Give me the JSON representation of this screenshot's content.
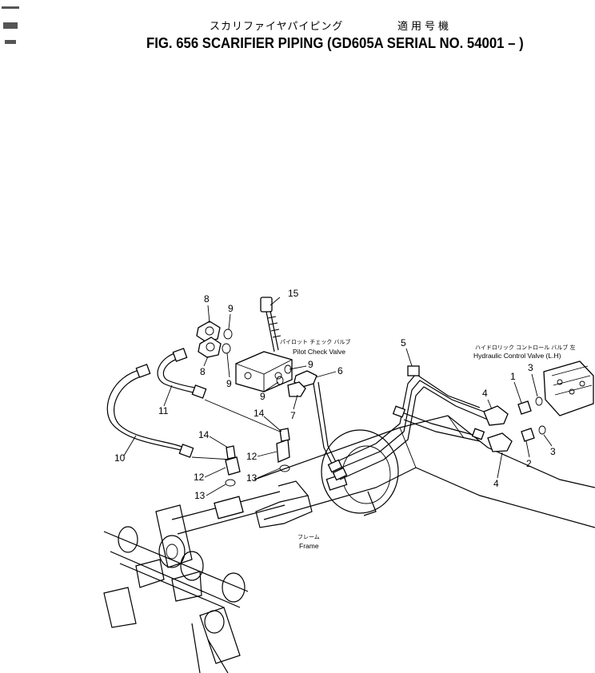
{
  "header": {
    "title_jp": "スカリファイヤパイピング",
    "title_jp_applicable": "適用号機",
    "title_en": "FIG. 656  SCARIFIER PIPING (GD605A SERIAL NO. 54001 – )"
  },
  "annotations": {
    "pilot_check_valve_jp": "パイロット チェック バルブ",
    "pilot_check_valve_en": "Pilot Check Valve",
    "hydraulic_control_valve_jp": "ハイドロリック コントロール バルブ 左",
    "hydraulic_control_valve_en": "Hydraulic Control Valve (L.H)",
    "frame_jp": "フレーム",
    "frame_en": "Frame"
  },
  "callouts": [
    {
      "id": "c15",
      "text": "15"
    },
    {
      "id": "c8a",
      "text": "8"
    },
    {
      "id": "c9a",
      "text": "9"
    },
    {
      "id": "c8b",
      "text": "8"
    },
    {
      "id": "c9b",
      "text": "9"
    },
    {
      "id": "c9c",
      "text": "9"
    },
    {
      "id": "c6",
      "text": "6"
    },
    {
      "id": "c9d",
      "text": "9"
    },
    {
      "id": "c7",
      "text": "7"
    },
    {
      "id": "c11",
      "text": "11"
    },
    {
      "id": "c14a",
      "text": "14"
    },
    {
      "id": "c14b",
      "text": "14"
    },
    {
      "id": "c12a",
      "text": "12"
    },
    {
      "id": "c12b",
      "text": "12"
    },
    {
      "id": "c13a",
      "text": "13"
    },
    {
      "id": "c13b",
      "text": "13"
    },
    {
      "id": "c10",
      "text": "10"
    },
    {
      "id": "c5",
      "text": "5"
    },
    {
      "id": "c1",
      "text": "1"
    },
    {
      "id": "c3a",
      "text": "3"
    },
    {
      "id": "c4a",
      "text": "4"
    },
    {
      "id": "c2",
      "text": "2"
    },
    {
      "id": "c3b",
      "text": "3"
    },
    {
      "id": "c4b",
      "text": "4"
    }
  ]
}
